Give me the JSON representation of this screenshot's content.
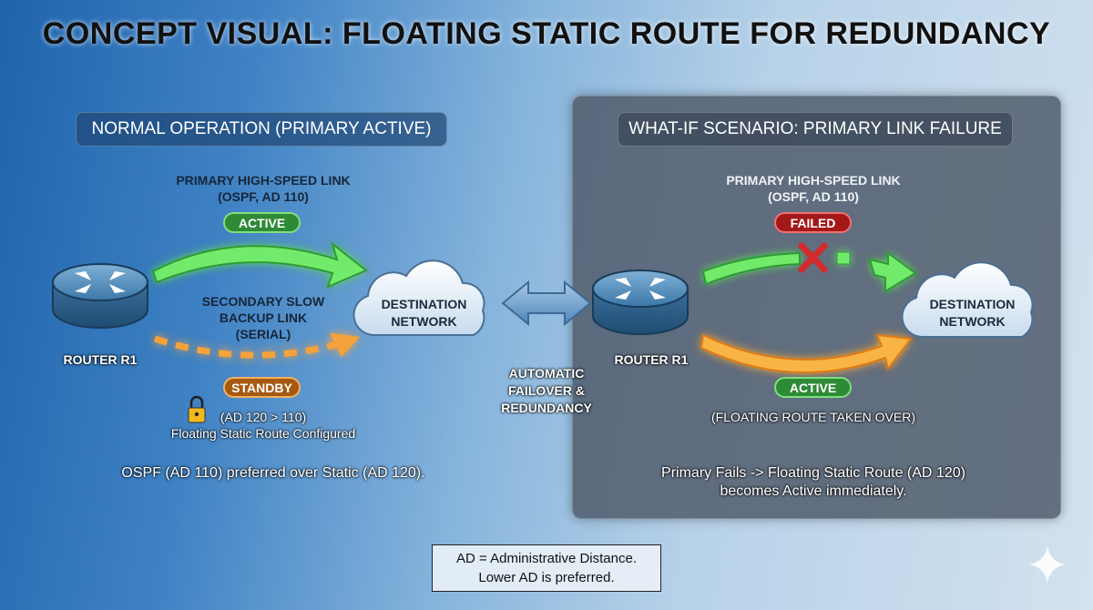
{
  "title": "CONCEPT VISUAL: FLOATING STATIC ROUTE FOR REDUNDANCY",
  "left": {
    "header": "NORMAL OPERATION (PRIMARY ACTIVE)",
    "primary_line1": "PRIMARY HIGH-SPEED LINK",
    "primary_line2": "(OSPF, AD 110)",
    "primary_status": "ACTIVE",
    "secondary_line1": "SECONDARY SLOW",
    "secondary_line2": "BACKUP LINK",
    "secondary_line3": "(SERIAL)",
    "router": "ROUTER R1",
    "cloud_line1": "DESTINATION",
    "cloud_line2": "NETWORK",
    "secondary_status": "STANDBY",
    "ad_compare": "(AD 120 > 110)",
    "configured": "Floating Static Route Configured",
    "summary": "OSPF (AD 110) preferred over Static (AD 120)."
  },
  "middle": {
    "line1": "AUTOMATIC",
    "line2": "FAILOVER &",
    "line3": "REDUNDANCY"
  },
  "right": {
    "header": "WHAT-IF SCENARIO: PRIMARY LINK FAILURE",
    "primary_line1": "PRIMARY HIGH-SPEED LINK",
    "primary_line2": "(OSPF, AD 110)",
    "primary_status": "FAILED",
    "router": "ROUTER R1",
    "cloud_line1": "DESTINATION",
    "cloud_line2": "NETWORK",
    "backup_status": "ACTIVE",
    "backup_note": "(FLOATING ROUTE TAKEN OVER)",
    "summary_line1": "Primary Fails -> Floating Static Route (AD 120)",
    "summary_line2": "becomes Active immediately."
  },
  "legend": {
    "line1": "AD = Administrative Distance.",
    "line2": "Lower AD is preferred."
  },
  "colors": {
    "active": "#2e8a35",
    "standby": "#a65a10",
    "failed": "#a31818",
    "link_green": "#6ee86a",
    "link_orange": "#f5a23a"
  }
}
